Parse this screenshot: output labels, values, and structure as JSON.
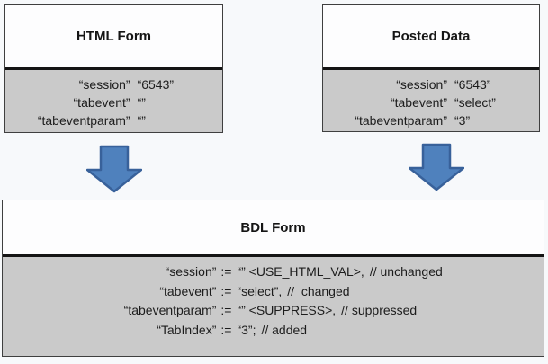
{
  "colors": {
    "page_bg": "#F7F9FB",
    "title_fill": "#FDFDFE",
    "body_fill": "#CACACA",
    "border": "#3F3F3F",
    "divider": "#141414",
    "arrow_fill": "#4F81BD",
    "arrow_stroke": "#38619A"
  },
  "boxes": {
    "html_form": {
      "title": "HTML Form",
      "rows": [
        {
          "name": "“session”",
          "value": "“6543”"
        },
        {
          "name": "“tabevent”",
          "value": "“”"
        },
        {
          "name": "“tabeventparam”",
          "value": "“”"
        }
      ]
    },
    "posted_data": {
      "title": "Posted Data",
      "rows": [
        {
          "name": "“session”",
          "value": "“6543”"
        },
        {
          "name": "“tabevent”",
          "value": "“select”"
        },
        {
          "name": "“tabeventparam”",
          "value": "“3”"
        }
      ]
    },
    "bdl_form": {
      "title": "BDL Form",
      "rows": [
        {
          "name": "“session”",
          "op": ":=",
          "value": "“” <USE_HTML_VAL>,",
          "comment": "// unchanged"
        },
        {
          "name": "“tabevent”",
          "op": ":=",
          "value": "“select”,",
          "comment": "//  changed"
        },
        {
          "name": "“tabeventparam”",
          "op": ":=",
          "value": "“” <SUPPRESS>,",
          "comment": "// suppressed"
        },
        {
          "name": "“TabIndex”",
          "op": ":=",
          "value": "“3”;",
          "comment": "// added"
        }
      ]
    }
  },
  "icons": {
    "left_arrow": "down-arrow",
    "right_arrow": "down-arrow"
  }
}
